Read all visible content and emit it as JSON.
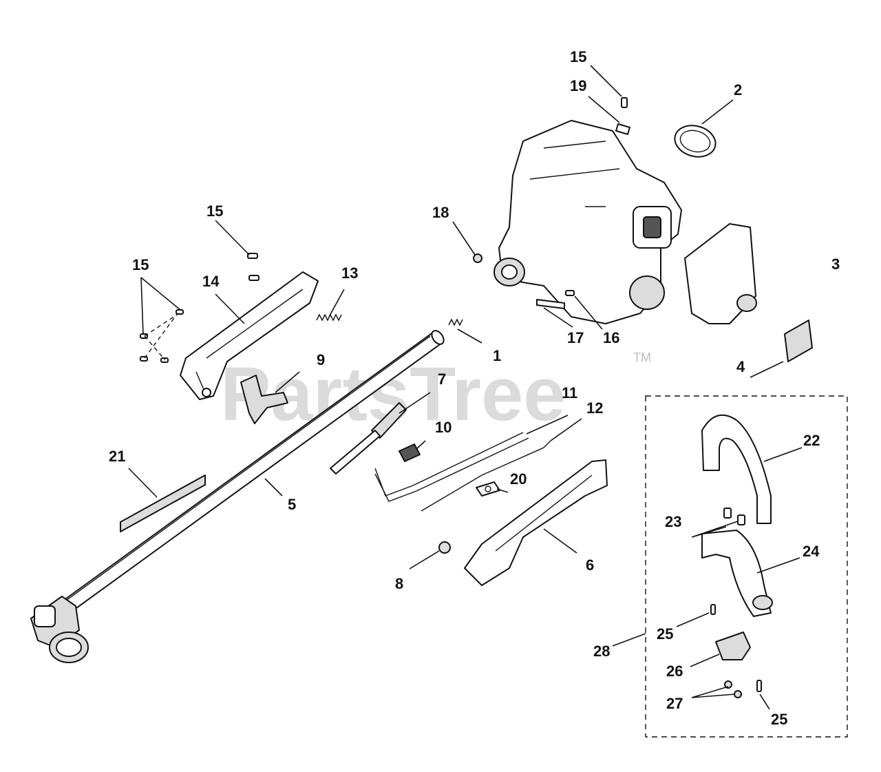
{
  "watermark": {
    "brand": "PartsTree",
    "trademark": "TM"
  },
  "labels": {
    "p1": "1",
    "p2": "2",
    "p3": "3",
    "p4": "4",
    "p5": "5",
    "p6": "6",
    "p7": "7",
    "p8": "8",
    "p9": "9",
    "p10": "10",
    "p11": "11",
    "p12": "12",
    "p13": "13",
    "p14": "14",
    "p15": "15",
    "p16": "16",
    "p17": "17",
    "p18": "18",
    "p19": "19",
    "p20": "20",
    "p21": "21",
    "p22": "22",
    "p23": "23",
    "p24": "24",
    "p25": "25",
    "p26": "26",
    "p27": "27",
    "p28": "28"
  }
}
